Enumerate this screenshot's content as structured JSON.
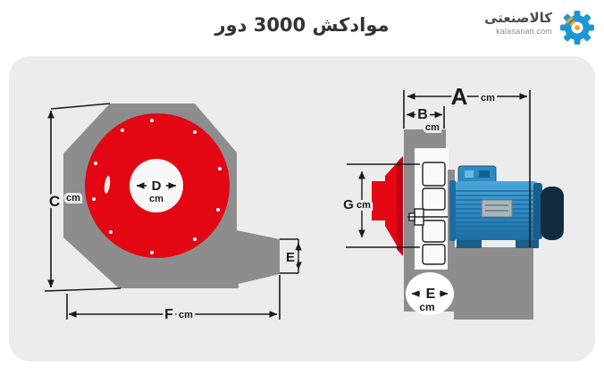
{
  "header": {
    "title": "موادکش 3000 دور",
    "logo": {
      "brand": "کالاصنعتی",
      "domain": "kalasanati.com"
    }
  },
  "diagram": {
    "unit": "cm",
    "front_view": {
      "labels": {
        "C": "C",
        "D": "D",
        "E": "E",
        "F": "F"
      }
    },
    "side_view": {
      "labels": {
        "A": "A",
        "B": "B",
        "G": "G",
        "E": "E"
      }
    },
    "colors": {
      "housing_gray": "#8d8d8d",
      "impeller_red": "#e30613",
      "motor_blue": "#2e8ac2",
      "dimension_line": "#1a1a1a",
      "card_bg": "#ececec",
      "logo_gear_blue": "#1e96d2",
      "logo_accent_orange": "#f7a21e"
    }
  }
}
